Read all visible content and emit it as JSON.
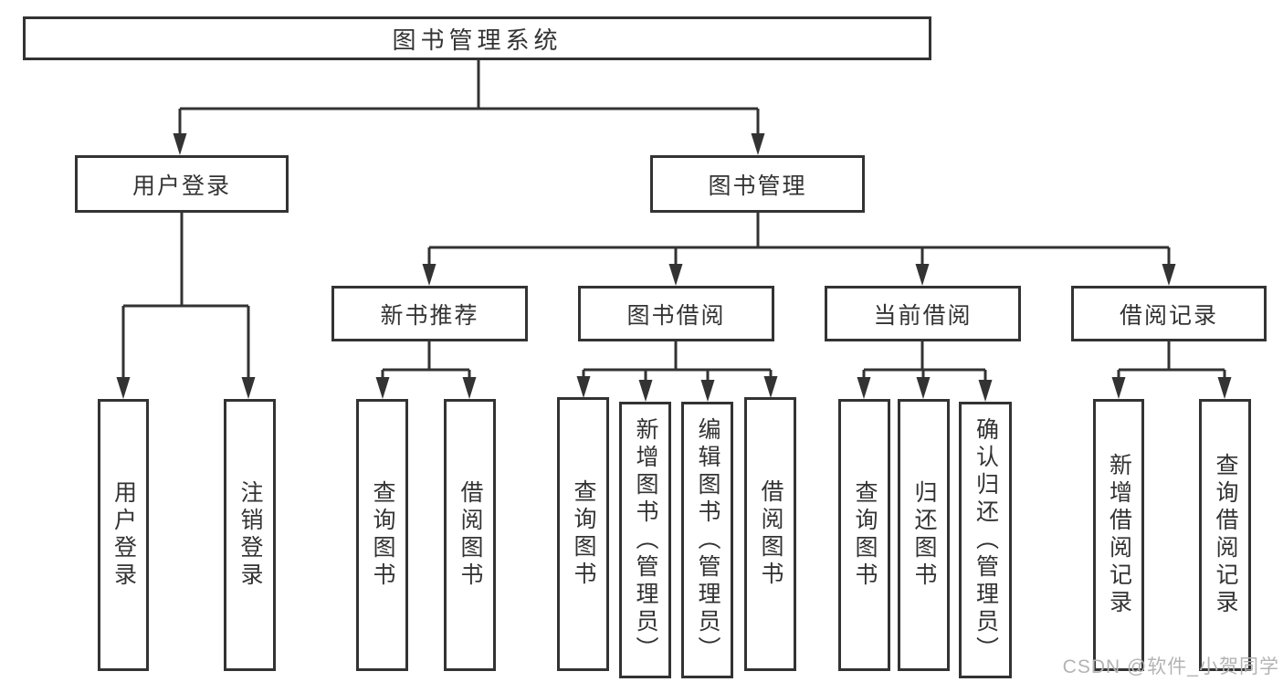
{
  "diagram": {
    "root": {
      "label": "图书管理系统"
    },
    "branches": [
      {
        "label": "用户登录",
        "leaves": [
          {
            "label": "用户登录"
          },
          {
            "label": "注销登录"
          }
        ]
      },
      {
        "label": "图书管理",
        "groups": [
          {
            "label": "新书推荐",
            "leaves": [
              {
                "label": "查询图书"
              },
              {
                "label": "借阅图书"
              }
            ]
          },
          {
            "label": "图书借阅",
            "leaves": [
              {
                "label": "查询图书"
              },
              {
                "label": "新增图书（管理员）"
              },
              {
                "label": "编辑图书（管理员）"
              },
              {
                "label": "借阅图书"
              }
            ]
          },
          {
            "label": "当前借阅",
            "leaves": [
              {
                "label": "查询图书"
              },
              {
                "label": "归还图书"
              },
              {
                "label": "确认归还（管理员）"
              }
            ]
          },
          {
            "label": "借阅记录",
            "leaves": [
              {
                "label": "新增借阅记录"
              },
              {
                "label": "查询借阅记录"
              }
            ]
          }
        ]
      }
    ]
  },
  "watermark": {
    "text": "CSDN @软件_小贺同学"
  },
  "colors": {
    "line": "#333333",
    "text": "#333333",
    "box_bg": "#ffffff",
    "background": "#ffffff",
    "watermark": "#b3b3b3"
  }
}
